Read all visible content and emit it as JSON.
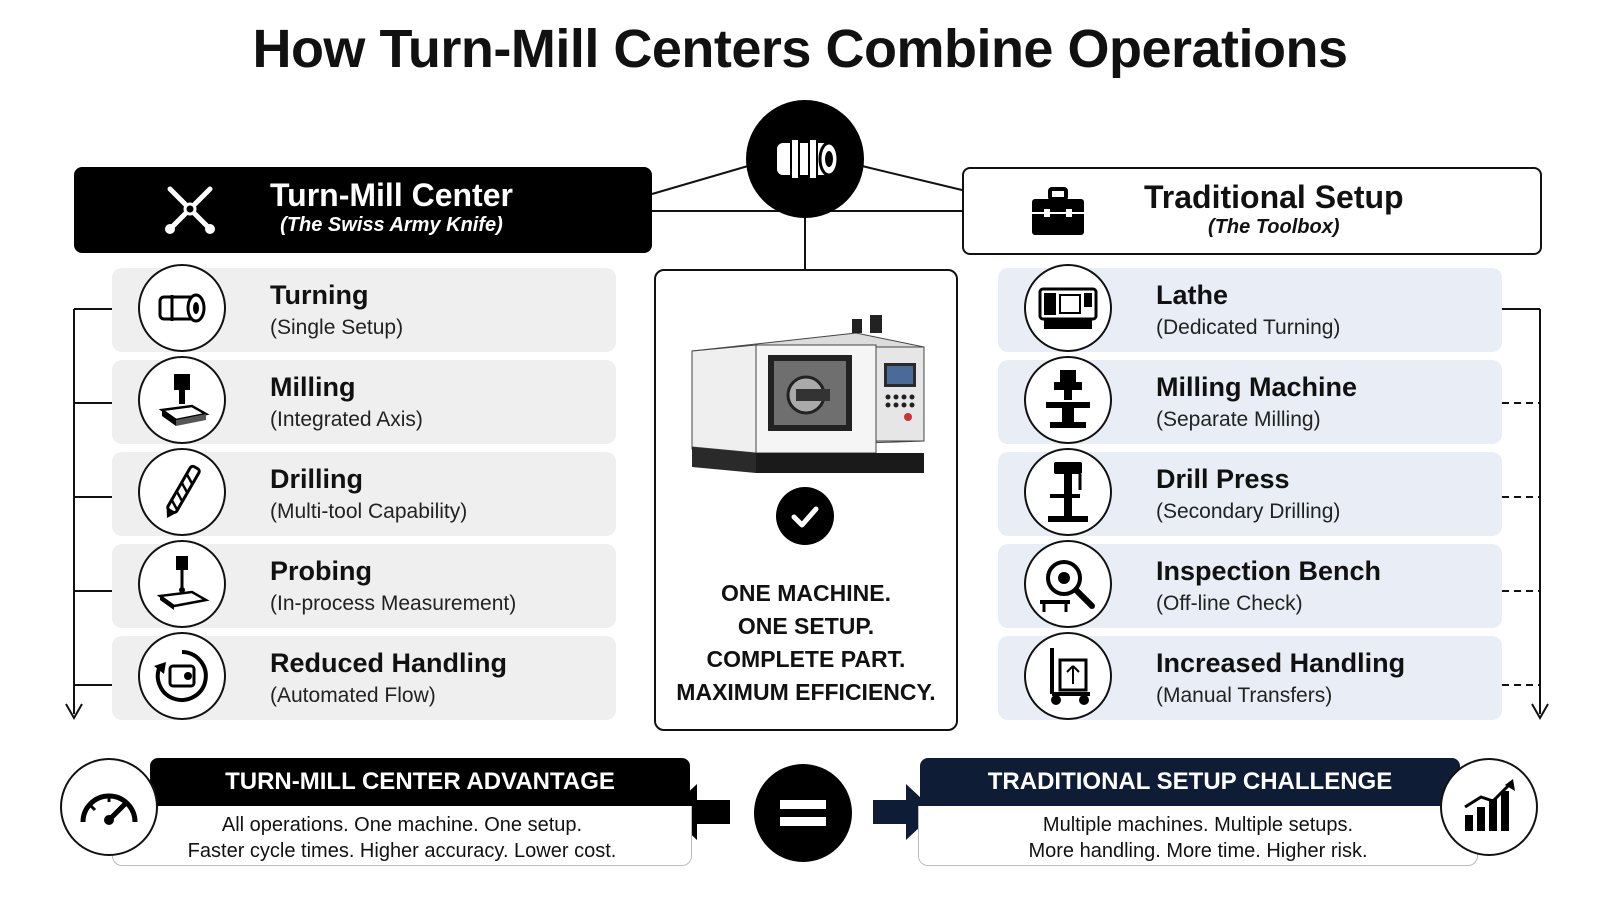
{
  "title": "How Turn-Mill Centers Combine Operations",
  "hub": {
    "icon": "cylindrical-part-icon"
  },
  "left_header": {
    "title": "Turn-Mill Center",
    "subtitle": "(The Swiss Army Knife)",
    "icon": "swiss-army-knife-icon"
  },
  "right_header": {
    "title": "Traditional Setup",
    "subtitle": "(The Toolbox)",
    "icon": "toolbox-icon"
  },
  "left_items": [
    {
      "title": "Turning",
      "subtitle": "(Single Setup)",
      "icon": "turning-part-icon"
    },
    {
      "title": "Milling",
      "subtitle": "(Integrated Axis)",
      "icon": "milling-spindle-icon"
    },
    {
      "title": "Drilling",
      "subtitle": "(Multi-tool Capability)",
      "icon": "drill-bit-icon"
    },
    {
      "title": "Probing",
      "subtitle": "(In-process Measurement)",
      "icon": "probe-icon"
    },
    {
      "title": "Reduced Handling",
      "subtitle": "(Automated Flow)",
      "icon": "automated-flow-icon"
    }
  ],
  "right_items": [
    {
      "title": "Lathe",
      "subtitle": "(Dedicated Turning)",
      "icon": "lathe-icon"
    },
    {
      "title": "Milling Machine",
      "subtitle": "(Separate Milling)",
      "icon": "milling-machine-icon"
    },
    {
      "title": "Drill Press",
      "subtitle": "(Secondary Drilling)",
      "icon": "drill-press-icon"
    },
    {
      "title": "Inspection Bench",
      "subtitle": "(Off-line Check)",
      "icon": "magnifier-inspection-icon"
    },
    {
      "title": "Increased Handling",
      "subtitle": "(Manual Transfers)",
      "icon": "hand-truck-icon"
    }
  ],
  "center": {
    "machine_icon": "cnc-turn-mill-machine-image",
    "check_icon": "checkmark-icon",
    "lines": [
      "ONE MACHINE.",
      "ONE SETUP.",
      "COMPLETE PART.",
      "MAXIMUM EFFICIENCY."
    ]
  },
  "advantage": {
    "heading": "TURN-MILL CENTER ADVANTAGE",
    "line1": "All operations. One machine. One setup.",
    "line2": "Faster cycle times. Higher accuracy. Lower cost.",
    "icon": "speedometer-icon"
  },
  "challenge": {
    "heading": "TRADITIONAL SETUP CHALLENGE",
    "line1": "Multiple machines. Multiple setups.",
    "line2": "More handling. More time. Higher risk.",
    "icon": "rising-bar-chart-icon"
  },
  "equals_icon": "equals-icon",
  "colors": {
    "black": "#000000",
    "navy": "#0f1c36",
    "left_row_bg": "#efefef",
    "right_row_bg": "#e8edf6"
  }
}
